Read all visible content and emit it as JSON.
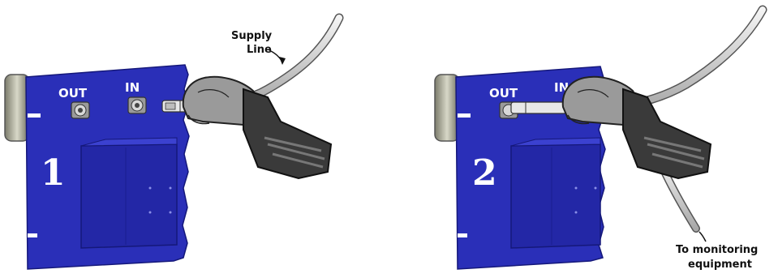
{
  "colors": {
    "panel": "#2a2fb8",
    "panel_dark": "#1c1f8c",
    "panel_light": "#3b41d0",
    "hand": "#9a9a9a",
    "sleeve": "#3a3a3a",
    "metal": "#b8b8b8"
  },
  "panels": [
    {
      "step": "1",
      "out_label": "OUT",
      "in_label": "IN",
      "callout": {
        "line1": "Supply",
        "line2": "Line"
      }
    },
    {
      "step": "2",
      "out_label": "OUT",
      "in_label": "IN",
      "callout": {
        "line1": "To monitoring",
        "line2": "equipment"
      }
    }
  ]
}
